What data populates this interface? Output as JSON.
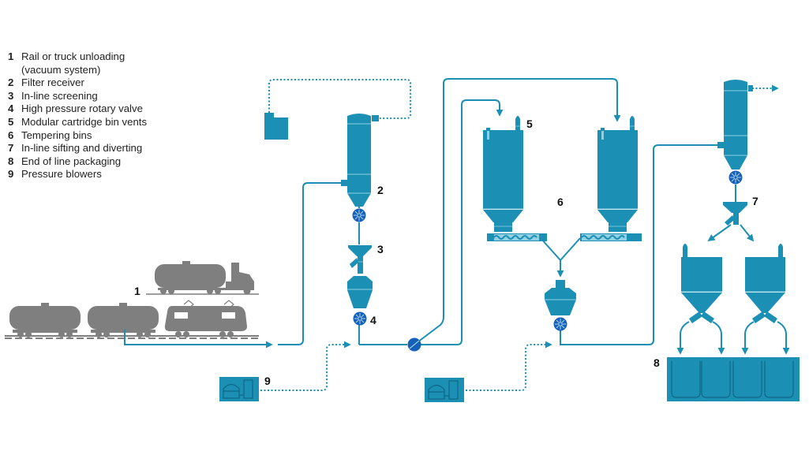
{
  "colors": {
    "equipment": "#1b8fb4",
    "equipment_light": "#8fd0e3",
    "valve": "#1560b8",
    "line": "#1b8fb4",
    "vehicle": "#7f7f7f",
    "text": "#111111"
  },
  "legend": [
    {
      "num": "1",
      "label": "Rail or truck unloading\n(vacuum system)"
    },
    {
      "num": "2",
      "label": "Filter receiver"
    },
    {
      "num": "3",
      "label": "In-line screening"
    },
    {
      "num": "4",
      "label": "High pressure rotary valve"
    },
    {
      "num": "5",
      "label": "Modular cartridge bin vents"
    },
    {
      "num": "6",
      "label": "Tempering bins"
    },
    {
      "num": "7",
      "label": "In-line sifting and diverting"
    },
    {
      "num": "8",
      "label": "End of line packaging"
    },
    {
      "num": "9",
      "label": "Pressure blowers"
    }
  ],
  "callouts": {
    "c1": "1",
    "c2": "2",
    "c3": "3",
    "c4": "4",
    "c5": "5",
    "c6": "6",
    "c7": "7",
    "c8": "8",
    "c9": "9"
  }
}
